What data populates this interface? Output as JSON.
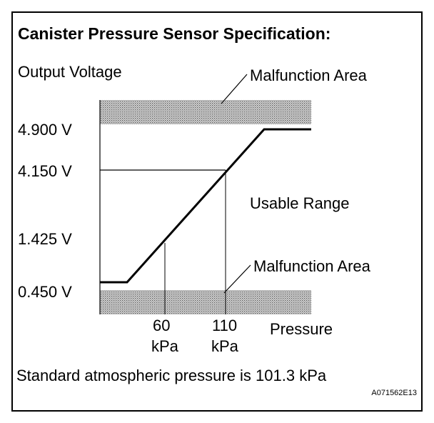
{
  "title": "Canister Pressure Sensor Specification:",
  "y_axis_label": "Output Voltage",
  "x_axis_label": "Pressure",
  "voltage_levels": [
    {
      "key": "v4900",
      "label": "4.900 V"
    },
    {
      "key": "v4150",
      "label": "4.150 V"
    },
    {
      "key": "v1425",
      "label": "1.425 V"
    },
    {
      "key": "v0450",
      "label": "0.450 V"
    }
  ],
  "pressure_points": [
    {
      "key": "p60",
      "value": "60",
      "unit": "kPa"
    },
    {
      "key": "p110",
      "value": "110",
      "unit": "kPa"
    }
  ],
  "malfunction_upper_label": "Malfunction Area",
  "malfunction_lower_label": "Malfunction Area",
  "usable_range_label": "Usable Range",
  "footnote": "Standard atmospheric pressure is 101.3 kPa",
  "figure_code": "A071562E13",
  "colors": {
    "line": "#000000",
    "background": "#ffffff",
    "hatch": "#9a9a9a"
  }
}
